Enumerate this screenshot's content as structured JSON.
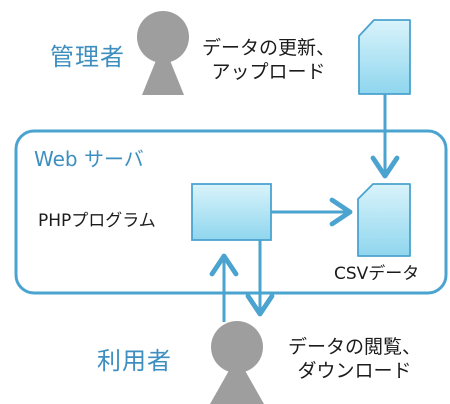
{
  "admin": {
    "role": "管理者",
    "action_lines": [
      "データの更新、",
      "アップロード"
    ]
  },
  "user": {
    "role": "利用者",
    "action_lines": [
      "データの閲覧、",
      "ダウンロード"
    ]
  },
  "server": {
    "title": "Web サーバ"
  },
  "program": {
    "label": "PHPプログラム"
  },
  "csv": {
    "label": "CSVデータ"
  },
  "icons": {
    "person": "person-icon",
    "document": "document-icon",
    "program": "program-box"
  },
  "colors": {
    "accent": "#3e8fc0",
    "box_stroke": "#4ba3cf",
    "box_fill_top": "#d9f3fb",
    "box_fill_bottom": "#8fd6ee",
    "person": "#9e9e9e",
    "arrow": "#4ba3cf"
  }
}
